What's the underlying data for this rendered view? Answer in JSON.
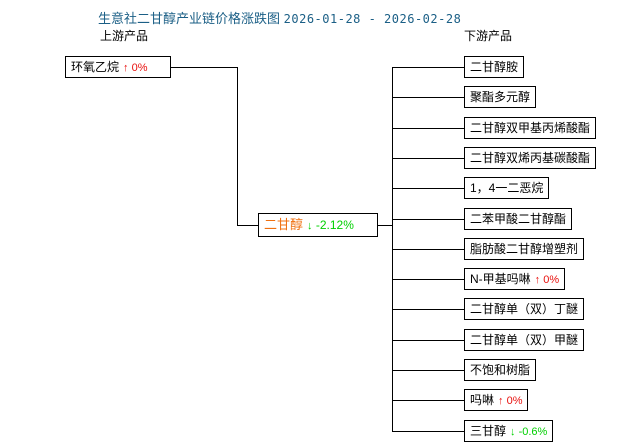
{
  "header": {
    "title_text": "生意社二甘醇产业链价格涨跌图",
    "date_range": "2026-01-28 - 2026-02-28",
    "upstream_label": "上游产品",
    "downstream_label": "下游产品",
    "title_color": "#1b5f86"
  },
  "colors": {
    "up": "#e8110e",
    "down": "#00d000",
    "center_name": "#f07010",
    "line": "#000000",
    "box_border": "#000000",
    "background": "#ffffff"
  },
  "center": {
    "name": "二甘醇",
    "arrow": "↓",
    "change": "-2.12%",
    "direction": "down"
  },
  "upstream": [
    {
      "name": "环氧乙烷",
      "arrow": "↑",
      "change": "0%",
      "direction": "up"
    }
  ],
  "downstream": [
    {
      "name": "二甘醇胺",
      "arrow": "",
      "change": "",
      "direction": "none"
    },
    {
      "name": "聚酯多元醇",
      "arrow": "",
      "change": "",
      "direction": "none"
    },
    {
      "name": "二甘醇双甲基丙烯酸酯",
      "arrow": "",
      "change": "",
      "direction": "none"
    },
    {
      "name": "二甘醇双烯丙基碳酸酯",
      "arrow": "",
      "change": "",
      "direction": "none"
    },
    {
      "name": "1，4一二恶烷",
      "arrow": "",
      "change": "",
      "direction": "none"
    },
    {
      "name": "二苯甲酸二甘醇酯",
      "arrow": "",
      "change": "",
      "direction": "none"
    },
    {
      "name": "脂肪酸二甘醇增塑剂",
      "arrow": "",
      "change": "",
      "direction": "none"
    },
    {
      "name": "N-甲基吗啉",
      "arrow": "↑",
      "change": "0%",
      "direction": "up"
    },
    {
      "name": "二甘醇单（双）丁醚",
      "arrow": "",
      "change": "",
      "direction": "none"
    },
    {
      "name": "二甘醇单（双）甲醚",
      "arrow": "",
      "change": "",
      "direction": "none"
    },
    {
      "name": "不饱和树脂",
      "arrow": "",
      "change": "",
      "direction": "none"
    },
    {
      "name": "吗啉",
      "arrow": "↑",
      "change": "0%",
      "direction": "up"
    },
    {
      "name": "三甘醇",
      "arrow": "↓",
      "change": "-0.6%",
      "direction": "down"
    }
  ],
  "chart_data": {
    "type": "diagram",
    "title": "生意社二甘醇产业链价格涨跌图",
    "subtitle": "2026-01-28 - 2026-02-28",
    "center_product": "二甘醇",
    "center_change_pct": -2.12,
    "upstream_products": [
      {
        "name": "环氧乙烷",
        "change_pct": 0
      }
    ],
    "downstream_products": [
      {
        "name": "二甘醇胺",
        "change_pct": null
      },
      {
        "name": "聚酯多元醇",
        "change_pct": null
      },
      {
        "name": "二甘醇双甲基丙烯酸酯",
        "change_pct": null
      },
      {
        "name": "二甘醇双烯丙基碳酸酯",
        "change_pct": null
      },
      {
        "name": "1，4一二恶烷",
        "change_pct": null
      },
      {
        "name": "二苯甲酸二甘醇酯",
        "change_pct": null
      },
      {
        "name": "脂肪酸二甘醇增塑剂",
        "change_pct": null
      },
      {
        "name": "N-甲基吗啉",
        "change_pct": 0
      },
      {
        "name": "二甘醇单（双）丁醚",
        "change_pct": null
      },
      {
        "name": "二甘醇单（双）甲醚",
        "change_pct": null
      },
      {
        "name": "不饱和树脂",
        "change_pct": null
      },
      {
        "name": "吗啉",
        "change_pct": 0
      },
      {
        "name": "三甘醇",
        "change_pct": -0.6
      }
    ]
  }
}
